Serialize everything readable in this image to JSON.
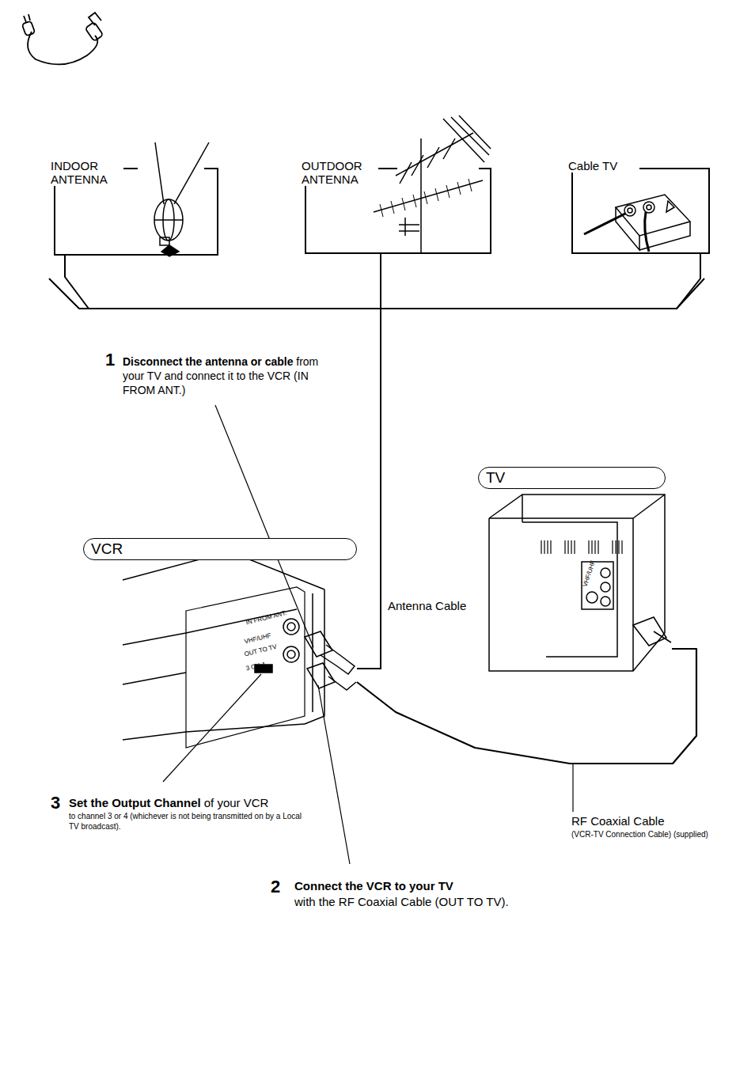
{
  "diagram": {
    "nodes": [
      {
        "text": [
          "INDOOR ANTENNA"
        ]
      },
      {
        "text": [
          "OUTDOOR ANTENNA"
        ]
      },
      {
        "text": [
          "Cable TV"
        ]
      },
      {
        "text": [
          "VCR"
        ]
      },
      {
        "text": [
          "TV"
        ]
      }
    ],
    "edges": [
      {
        "from": 0,
        "to": 3,
        "arrow": "none"
      },
      {
        "from": 1,
        "to": 3,
        "arrow": "none"
      },
      {
        "from": 2,
        "to": 3,
        "arrow": "none"
      },
      {
        "from": 3,
        "to": 4,
        "arrow": "none"
      }
    ],
    "labels": [
      "1",
      "Disconnect the antenna or cable",
      "from your TV and connect it to the VCR (IN FROM ANT.)",
      "Antenna Cable",
      "IN FROM ANT.",
      "VHF/UHF",
      "OUT TO TV",
      "3 CH 4",
      "VHF/UHF",
      "3",
      "Set the Output Channel",
      "of your VCR",
      "to channel 3 or 4 (whichever is not being transmitted on by a Local TV broadcast).",
      "RF Coaxial Cable",
      "(VCR-TV Connection Cable) (supplied)",
      "2",
      "Connect the VCR to your TV",
      "with the RF Coaxial Cable (OUT TO TV)."
    ]
  }
}
